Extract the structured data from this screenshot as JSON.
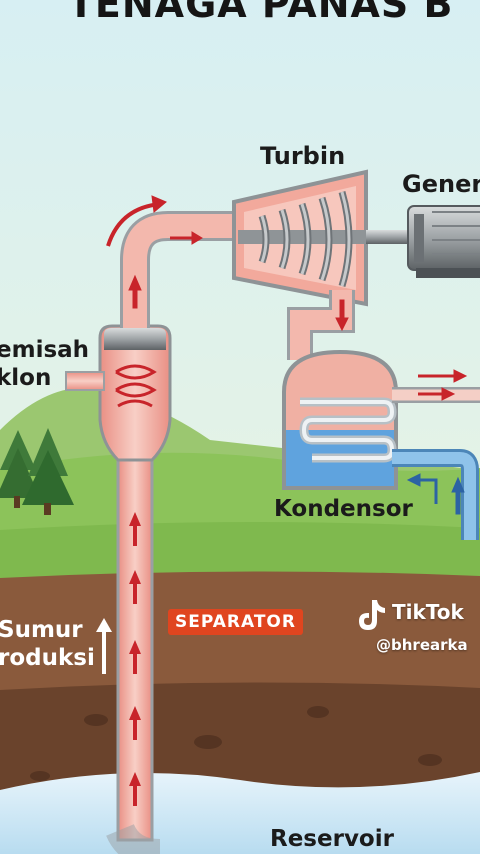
{
  "title": "TENAGA PANAS B",
  "labels": {
    "turbin": "Turbin",
    "generator": "Genera",
    "separator_line1": "emisah",
    "separator_line2": "klon",
    "kondensor": "Kondensor",
    "sumur_line1": "Sumur",
    "sumur_line2": "roduksi",
    "reservoir": "Reservoir"
  },
  "badge": "SEPARATOR",
  "watermark": {
    "brand": "TikTok",
    "handle": "@bhrearka"
  },
  "colors": {
    "sky": "#d2ecef",
    "grass": "#8cc35a",
    "soil": "#8a5a3c",
    "deep_soil": "#5e3b26",
    "hot_pipe": "#f3b3a6",
    "cool_pipe": "#8fc3ea",
    "arrow": "#c8242a",
    "badge": "#e0451f"
  }
}
